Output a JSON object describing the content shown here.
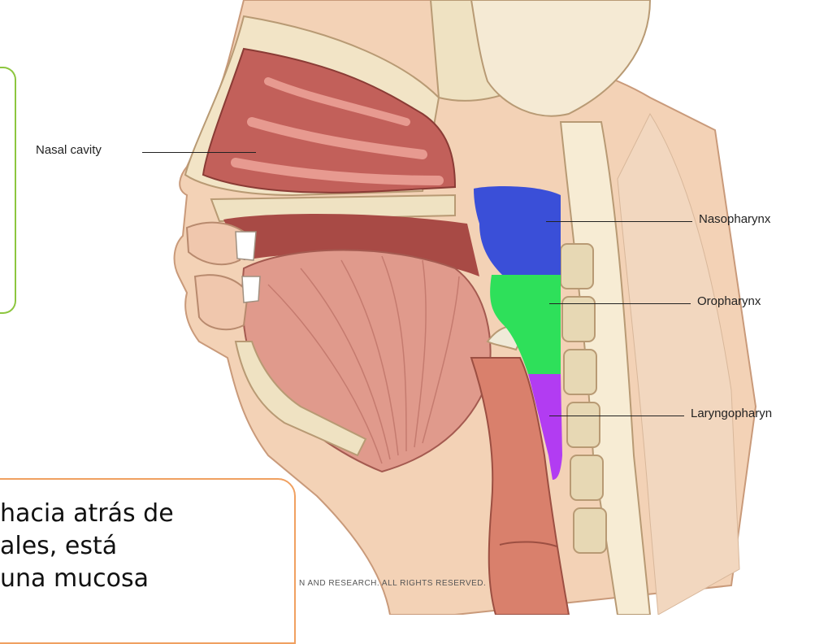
{
  "labels": {
    "nasal_cavity": "Nasal cavity",
    "nasopharynx": "Nasopharynx",
    "oropharynx": "Oropharynx",
    "laryngopharynx": "Laryngopharyn"
  },
  "text_box": {
    "line1": "hacia atrás de",
    "line2": "ales, está",
    "line3": "una mucosa"
  },
  "copyright": "N AND RESEARCH. ALL RIGHTS RESERVED.",
  "colors": {
    "nasopharynx": "#3a4fd8",
    "oropharynx": "#2ee05a",
    "laryngopharynx": "#b23cf2",
    "green_box_border": "#8dc63f",
    "orange_box_border": "#f0a060",
    "soft_tissue": "#e8a090",
    "bone": "#f3ead0",
    "skin": "#f0c9a8"
  }
}
